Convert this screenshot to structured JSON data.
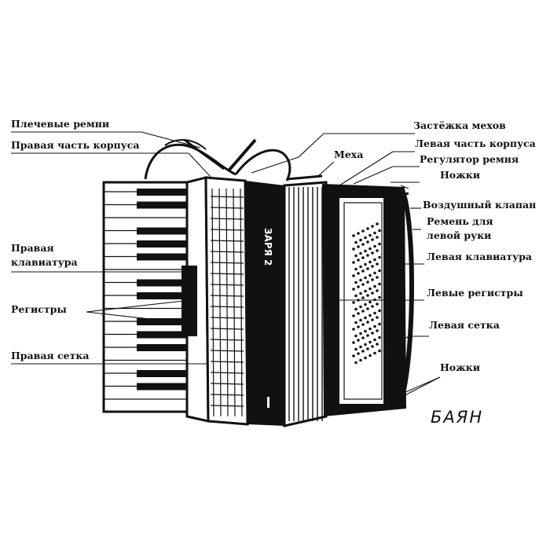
{
  "caption": "БАЯН",
  "instrument_brand": "ЗАРЯ 2",
  "labels_left": {
    "shoulder_straps": "Плечевые ремни",
    "right_body": "Правая часть корпуса",
    "right_keyboard_1": "Правая",
    "right_keyboard_2": "клавиатура",
    "registers": "Регистры",
    "right_grille": "Правая сетка"
  },
  "labels_right": {
    "bellows_clasp": "Застёжка мехов",
    "bellows": "Меха",
    "left_body": "Левая часть корпуса",
    "strap_regulator": "Регулятор ремня",
    "feet_top": "Ножки",
    "air_valve": "Воздушный клапан",
    "left_hand_strap_1": "Ремень для",
    "left_hand_strap_2": "левой руки",
    "left_keyboard": "Левая клавиатура",
    "left_registers": "Левые регистры",
    "left_grille": "Левая сетка",
    "feet_bottom": "Ножки"
  },
  "colors": {
    "ink": "#111111",
    "paper": "#ffffff"
  }
}
